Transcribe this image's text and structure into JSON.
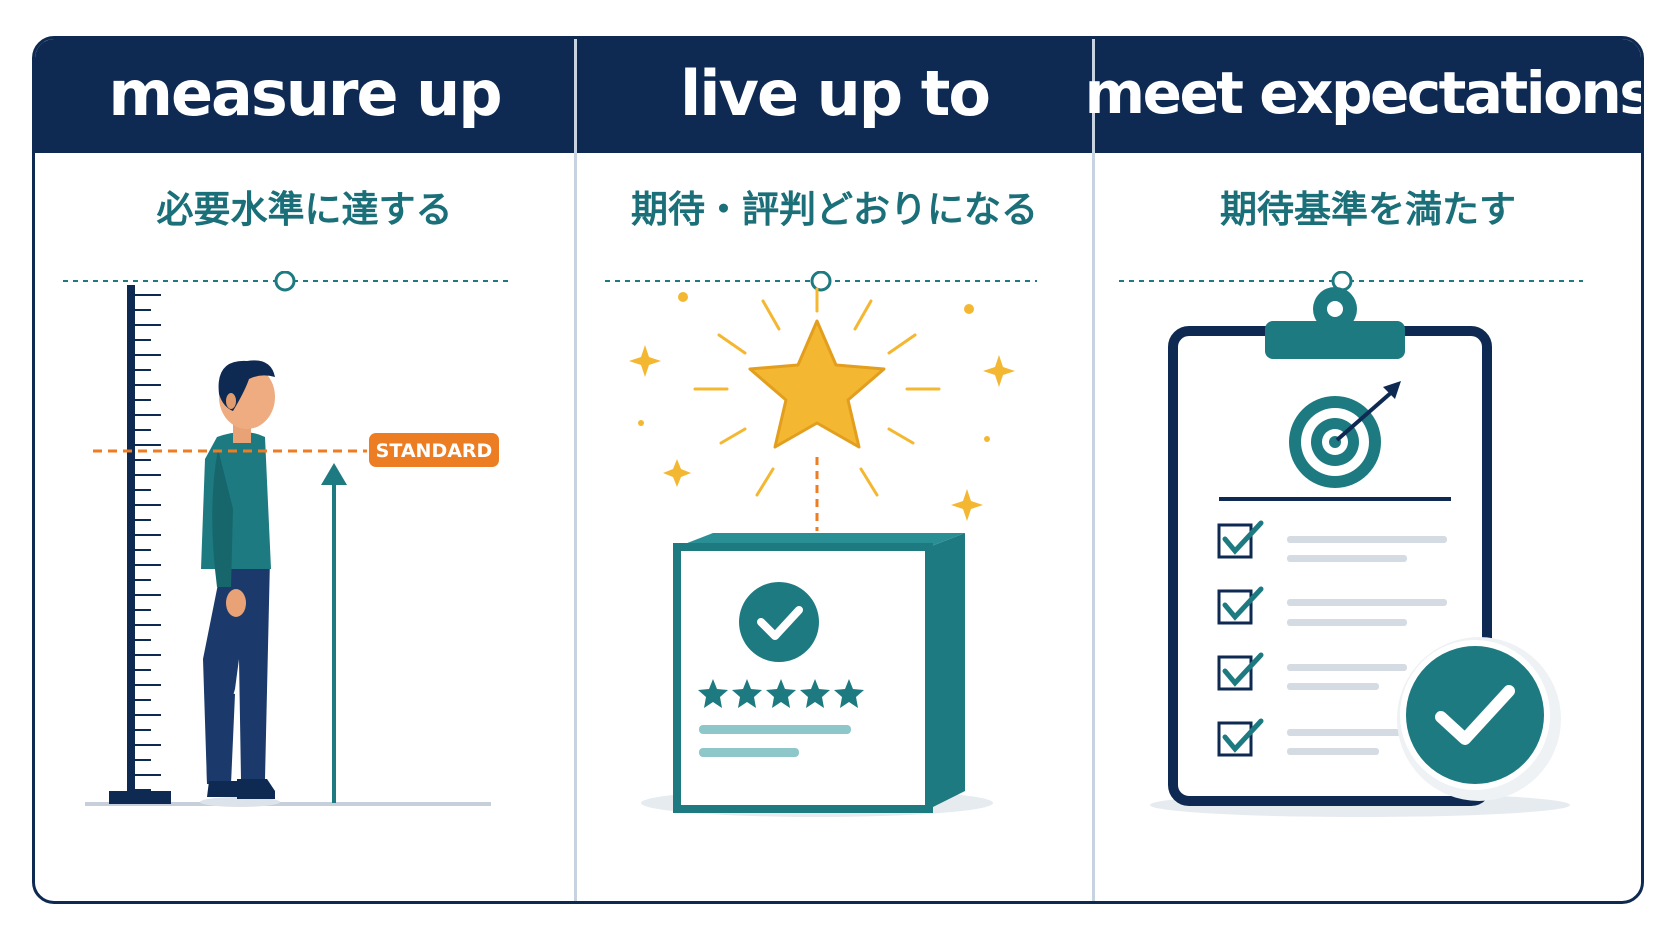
{
  "panels": [
    {
      "title": "measure up",
      "subtitle": "必要水準に達する",
      "illustration": "person-measuring-height-icon",
      "standard_label": "STANDARD"
    },
    {
      "title": "live up to",
      "subtitle": "期待・評判どおりになる",
      "illustration": "star-above-review-box-icon",
      "rating_stars": 5
    },
    {
      "title": "meet expectations",
      "subtitle": "期待基準を満たす",
      "illustration": "clipboard-checklist-target-icon",
      "checklist_items": 4
    }
  ],
  "colors": {
    "navy": "#0e2a52",
    "teal": "#1d7a80",
    "orange": "#ec7d22",
    "gold": "#f4b731",
    "light_gray": "#e6ebf0"
  }
}
